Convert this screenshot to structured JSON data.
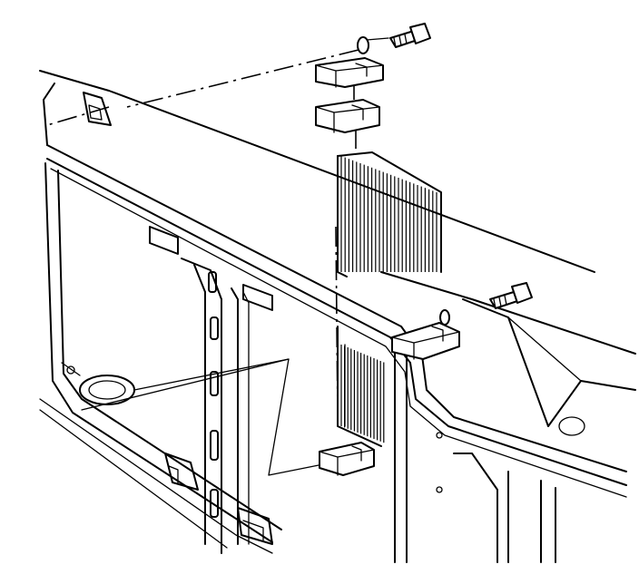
{
  "diagram": {
    "kind": "exploded-view technical illustration",
    "parts": [
      {
        "id": "bolt-upper",
        "icon": "bolt-icon"
      },
      {
        "id": "washer-upper",
        "icon": "washer-icon"
      },
      {
        "id": "bracket-upper-outer",
        "icon": "bracket-icon"
      },
      {
        "id": "insulator-upper",
        "icon": "insulator-icon"
      },
      {
        "id": "radiator-core",
        "icon": "radiator-icon"
      },
      {
        "id": "bolt-right",
        "icon": "bolt-icon"
      },
      {
        "id": "bracket-right",
        "icon": "bracket-icon"
      },
      {
        "id": "insulator-lower",
        "icon": "insulator-icon"
      },
      {
        "id": "radiator-support",
        "icon": "support-frame-icon"
      }
    ],
    "line_color": "#000000",
    "background_color": "#ffffff"
  }
}
